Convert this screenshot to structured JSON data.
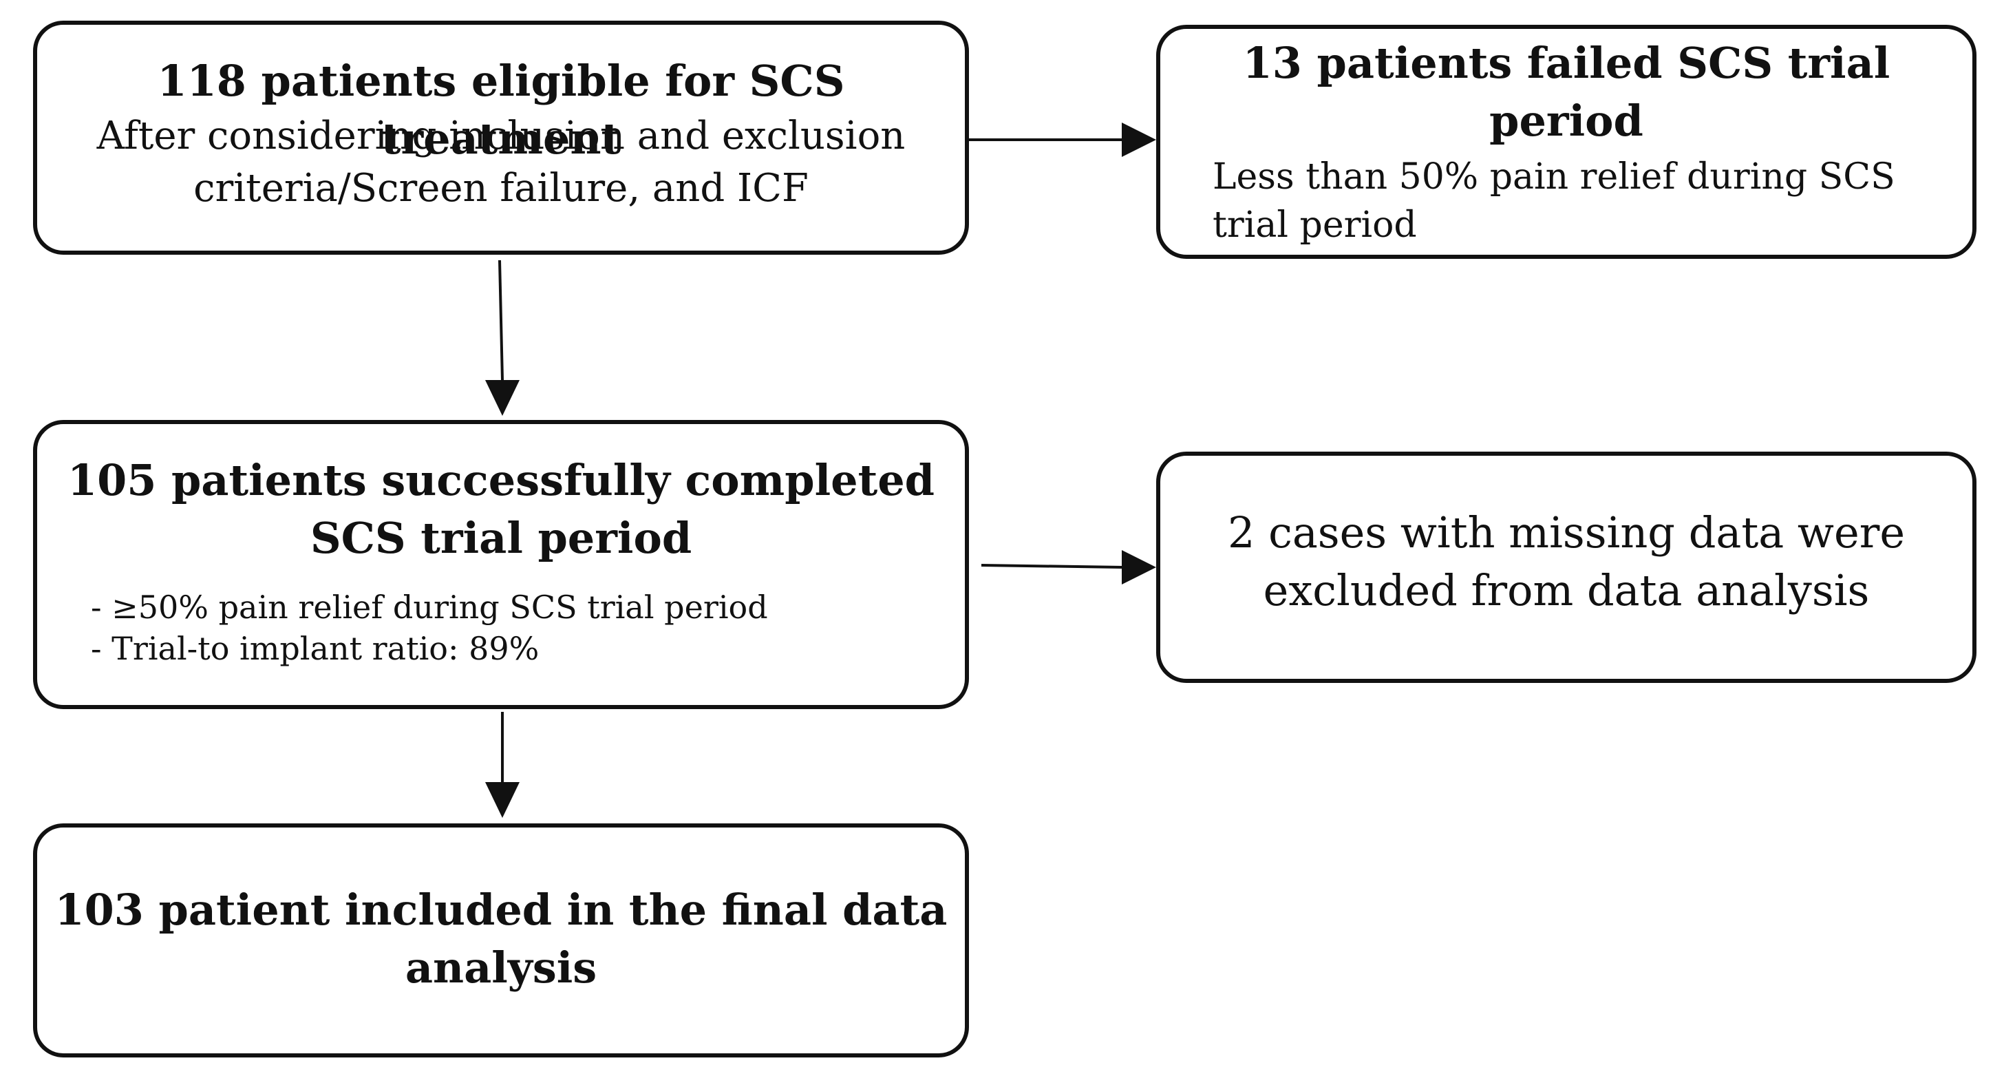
{
  "nodes": {
    "eligible": {
      "title": "118 patients eligible for SCS treatment",
      "lines": [
        "After considering inclusion and exclusion",
        "criteria/Screen failure, and ICF"
      ]
    },
    "failed": {
      "title_lines": [
        "13 patients failed SCS trial",
        "period"
      ],
      "lines": [
        "Less than 50% pain relief  during SCS",
        "trial period"
      ]
    },
    "completed": {
      "title_lines": [
        "105 patients successfully completed",
        "SCS trial period"
      ],
      "items": [
        "- ≥50% pain relief  during SCS trial period",
        "- Trial-to implant ratio: 89%"
      ]
    },
    "missing": {
      "lines": [
        "2 cases with missing data were",
        "excluded from data analysis"
      ]
    },
    "final": {
      "title_lines": [
        "103 patient included in the final data",
        "analysis"
      ]
    }
  },
  "edges": [
    {
      "from": "eligible",
      "to": "failed"
    },
    {
      "from": "eligible",
      "to": "completed"
    },
    {
      "from": "completed",
      "to": "missing"
    },
    {
      "from": "completed",
      "to": "final"
    }
  ]
}
